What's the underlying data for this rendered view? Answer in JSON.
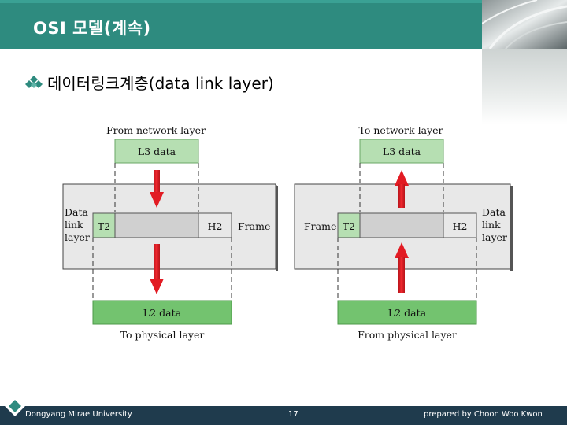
{
  "slide": {
    "title": "OSI 모델(계속)",
    "bullet": "데이터링크계층(data link layer)"
  },
  "diagram": {
    "sender": {
      "top_label": "From network layer",
      "l3": "L3 data",
      "layer_label": [
        "Data",
        "link",
        "layer"
      ],
      "trailer": "T2",
      "header": "H2",
      "frame": "Frame",
      "l2": "L2 data",
      "bottom_label": "To physical layer"
    },
    "receiver": {
      "top_label": "To network layer",
      "l3": "L3 data",
      "layer_label": [
        "Data",
        "link",
        "layer"
      ],
      "trailer": "T2",
      "header": "H2",
      "frame": "Frame",
      "l2": "L2 data",
      "bottom_label": "From physical layer"
    },
    "colors": {
      "data_box": "#b6dfb2",
      "l2_box": "#73c36f",
      "payload": "#d0d0d0",
      "layer_panel": "#e8e8e8",
      "arrow": "#e21b23"
    }
  },
  "footer": {
    "left": "Dongyang Mirae University",
    "center": "17",
    "right": "prepared by Choon Woo Kwon"
  },
  "theme": {
    "header_bg": "#2e8b7f",
    "footer_bg": "#1f3b4d",
    "bullet_icon": "diamond-cluster-icon",
    "logo_icon": "diamond-logo-icon"
  }
}
